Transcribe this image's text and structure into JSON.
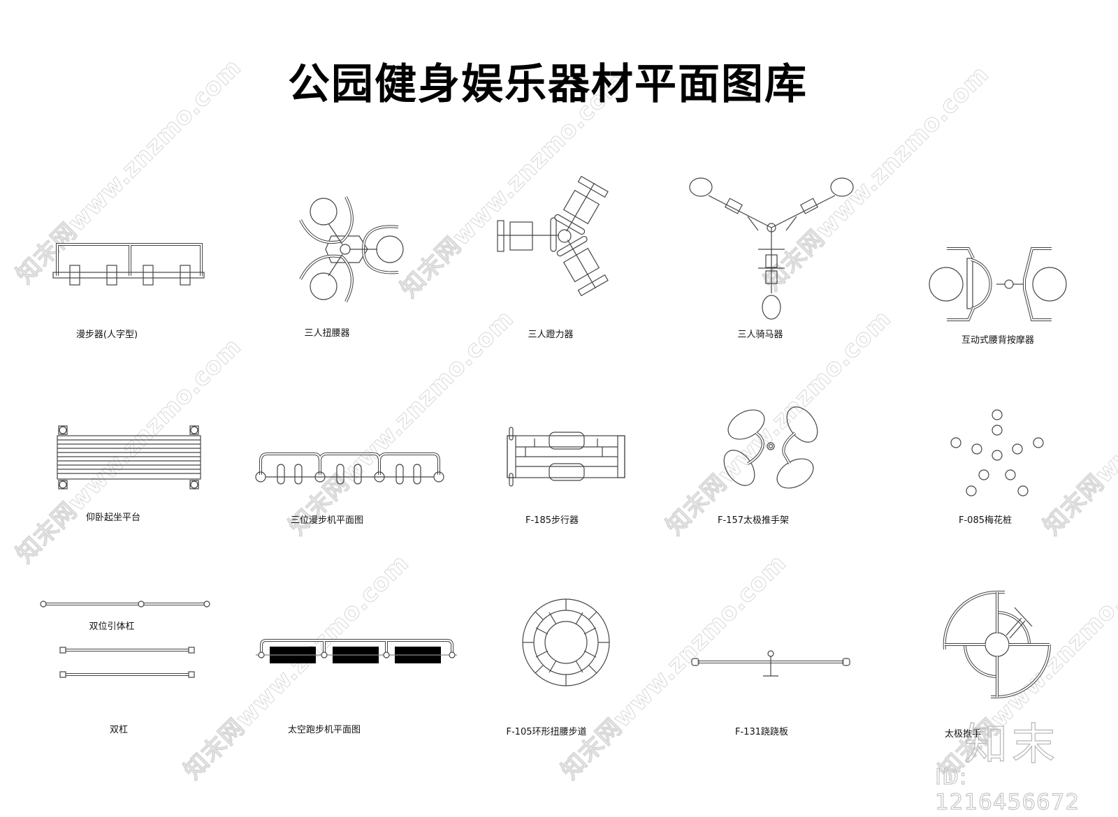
{
  "title": "公园健身娱乐器材平面图库",
  "rows": [
    {
      "items": [
        {
          "id": "walker-person",
          "label": "漫步器(人字型)"
        },
        {
          "id": "three-person-waist-twister",
          "label": "三人扭腰器"
        },
        {
          "id": "three-person-leg-press",
          "label": "三人蹬力器"
        },
        {
          "id": "three-person-rider",
          "label": "三人骑马器"
        },
        {
          "id": "interactive-back-massager",
          "label": "互动式腰背按摩器"
        }
      ]
    },
    {
      "items": [
        {
          "id": "situp-platform",
          "label": "仰卧起坐平台"
        },
        {
          "id": "three-station-walker",
          "label": "三位漫步机平面图"
        },
        {
          "id": "f185-walker",
          "label": "F-185步行器"
        },
        {
          "id": "f157-taichi-push",
          "label": "F-157太极推手架"
        },
        {
          "id": "f085-plum-posts",
          "label": "F-085梅花桩"
        }
      ]
    },
    {
      "items": [
        {
          "id": "double-pullup-bar",
          "label": "双位引体杠"
        },
        {
          "id": "parallel-bars",
          "label": "双杠"
        },
        {
          "id": "space-walker",
          "label": "太空跑步机平面图"
        },
        {
          "id": "f105-ring-twist-path",
          "label": "F-105环形扭腰步道"
        },
        {
          "id": "f131-seesaw",
          "label": "F-131跷跷板"
        },
        {
          "id": "taichi-wheel",
          "label": "太极推手"
        }
      ]
    }
  ],
  "watermark": {
    "text": "知末网www.znzmo.com",
    "brand": "知末",
    "id_label": "ID: 1216456672"
  }
}
